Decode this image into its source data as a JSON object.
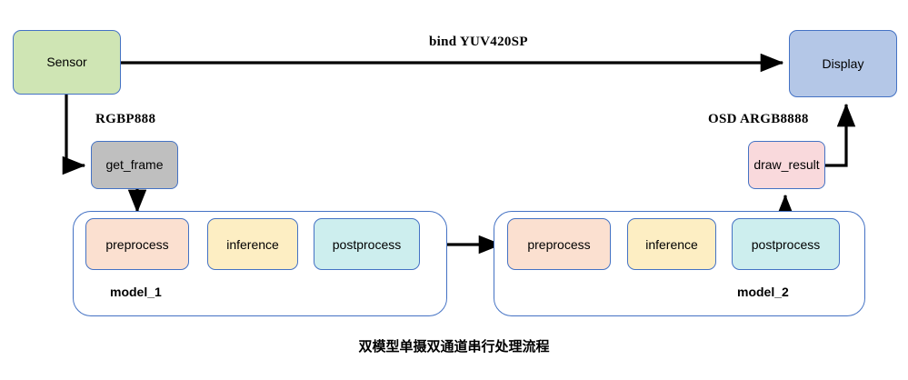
{
  "diagram": {
    "caption": "双模型单摄双通道串行处理流程",
    "nodes": {
      "sensor": {
        "label": "Sensor",
        "color": "#cfe5b4"
      },
      "display": {
        "label": "Display",
        "color": "#b4c7e7"
      },
      "get_frame": {
        "label": "get_frame",
        "color": "#bfbfbf"
      },
      "draw_result": {
        "label": "draw_result",
        "color": "#f9d9dc"
      }
    },
    "edge_labels": {
      "bind": "bind YUV420SP",
      "rgbp": "RGBP888",
      "osd": "OSD ARGB8888"
    },
    "groups": [
      {
        "label": "model_1",
        "stages": [
          {
            "label": "preprocess",
            "color": "#fbe0d0"
          },
          {
            "label": "inference",
            "color": "#fdeec3"
          },
          {
            "label": "postprocess",
            "color": "#cdeeee"
          }
        ]
      },
      {
        "label": "model_2",
        "stages": [
          {
            "label": "preprocess",
            "color": "#fbe0d0"
          },
          {
            "label": "inference",
            "color": "#fdeec3"
          },
          {
            "label": "postprocess",
            "color": "#cdeeee"
          }
        ]
      }
    ],
    "edges": [
      {
        "from": "sensor",
        "to": "display",
        "label": "bind YUV420SP"
      },
      {
        "from": "sensor",
        "to": "get_frame",
        "label": "RGBP888"
      },
      {
        "from": "get_frame",
        "to": "model_1.preprocess",
        "label": ""
      },
      {
        "from": "model_1.postprocess",
        "to": "model_2.preprocess",
        "label": ""
      },
      {
        "from": "model_2.postprocess",
        "to": "draw_result",
        "label": ""
      },
      {
        "from": "draw_result",
        "to": "display",
        "label": "OSD ARGB8888"
      }
    ],
    "accent_border": "#4472c4"
  }
}
